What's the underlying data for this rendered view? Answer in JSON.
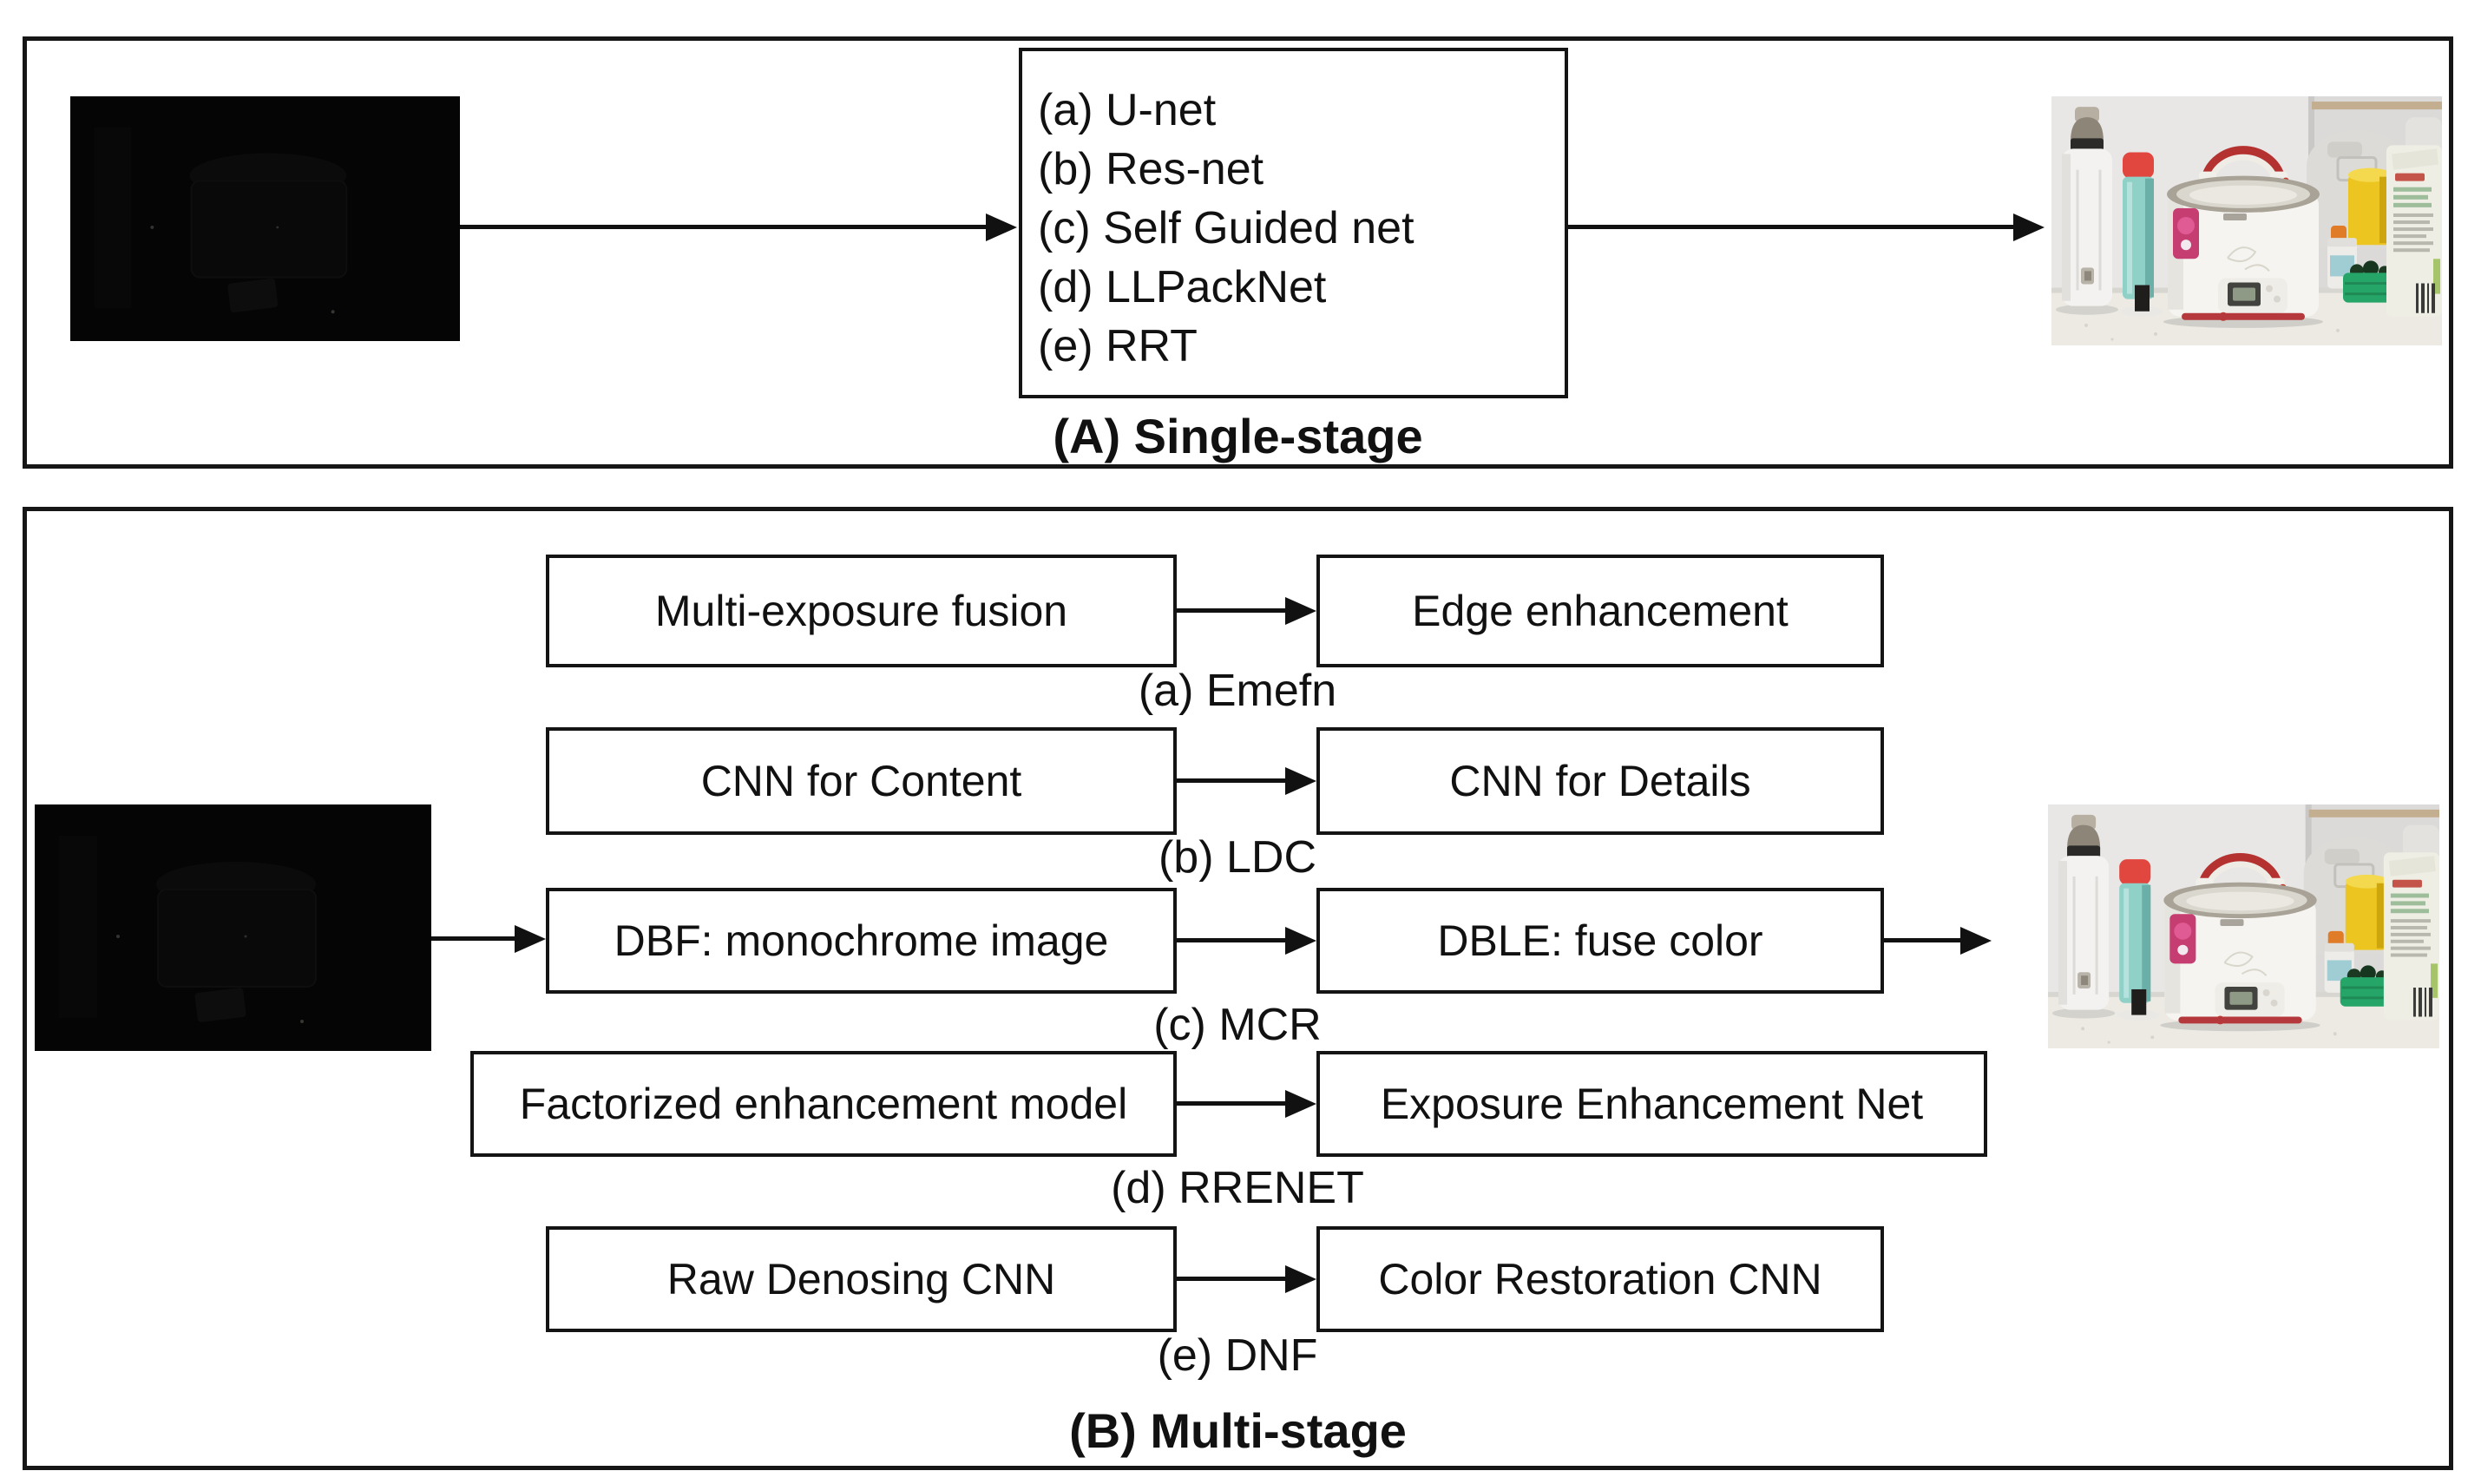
{
  "panel_a": {
    "caption": "(A) Single-stage",
    "methods": [
      "(a) U-net",
      "(b) Res-net",
      "(c) Self Guided net",
      "(d) LLPackNet",
      "(e) RRT"
    ]
  },
  "panel_b": {
    "caption": "(B) Multi-stage",
    "rows": [
      {
        "left": "Multi-exposure fusion",
        "right": "Edge enhancement",
        "caption": "(a) Emefn"
      },
      {
        "left": "CNN for Content",
        "right": "CNN for Details",
        "caption": "(b) LDC"
      },
      {
        "left": "DBF: monochrome image",
        "right": "DBLE: fuse color",
        "caption": "(c) MCR"
      },
      {
        "left": "Factorized enhancement model",
        "right": "Exposure Enhancement Net",
        "caption": "(d) RRENET"
      },
      {
        "left": "Raw Denosing CNN",
        "right": "Color Restoration CNN",
        "caption": "(e) DNF"
      }
    ]
  },
  "colors": {
    "ink": "#111111",
    "panel_border": "#161616",
    "box_border": "#141414",
    "background": "#ffffff",
    "cooker_handle_red": "#b43331",
    "bottle_cap_red": "#e2473f",
    "bottle_teal": "#8fd0c7",
    "cup_yellow": "#edc520",
    "basket_green": "#25a568",
    "label_magenta": "#c63d71"
  }
}
